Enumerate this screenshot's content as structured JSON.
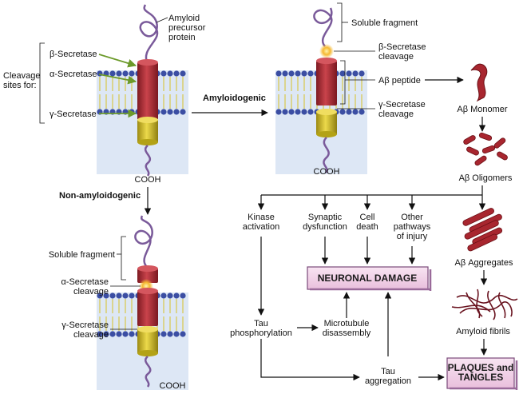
{
  "colors": {
    "membrane_head": "#3b4ea3",
    "membrane_tail": "#d9c84a",
    "cytoplasm": "#dde7f5",
    "protein_red": "#b52a33",
    "protein_yellow": "#d6c21c",
    "coil": "#7a5a9a",
    "box_fill": "#f4d6ea",
    "box_border": "#7a4a7a",
    "arrow_green": "#6c9a2a",
    "cleavage_glow": "#f6b830"
  },
  "top_left": {
    "app_label": "Amyloid\nprecursor\nprotein",
    "cleavage_sites_label": "Cleavage\nsites for:",
    "beta_secretase": "β-Secretase",
    "alpha_secretase": "α-Secretase",
    "gamma_secretase": "γ-Secretase",
    "cooh": "COOH"
  },
  "amyloidogenic": {
    "pathway_label": "Amyloidogenic",
    "soluble_fragment": "Soluble fragment",
    "beta_cleavage": "β-Secretase\ncleavage",
    "abeta_peptide": "Aβ peptide",
    "gamma_cleavage": "γ-Secretase\ncleavage",
    "cooh": "COOH"
  },
  "non_amyloidogenic": {
    "pathway_label": "Non-amyloidogenic",
    "soluble_fragment": "Soluble fragment",
    "alpha_cleavage": "α-Secretase\ncleavage",
    "gamma_cleavage": "γ-Secretase\ncleavage",
    "cooh": "COOH"
  },
  "abeta_forms": {
    "monomer": "Aβ Monomer",
    "oligomers": "Aβ Oligomers",
    "aggregates": "Aβ Aggregates",
    "fibrils": "Amyloid fibrils"
  },
  "pathways": {
    "kinase": "Kinase\nactivation",
    "synaptic": "Synaptic\ndysfunction",
    "cell_death": "Cell\ndeath",
    "other": "Other\npathways\nof injury",
    "tau_phos": "Tau\nphosphorylation",
    "microtubule": "Microtubule\ndisassembly",
    "tau_agg": "Tau\naggregation"
  },
  "boxes": {
    "neuronal_damage": "NEURONAL DAMAGE",
    "plaques_tangles": "PLAQUES and\nTANGLES"
  }
}
